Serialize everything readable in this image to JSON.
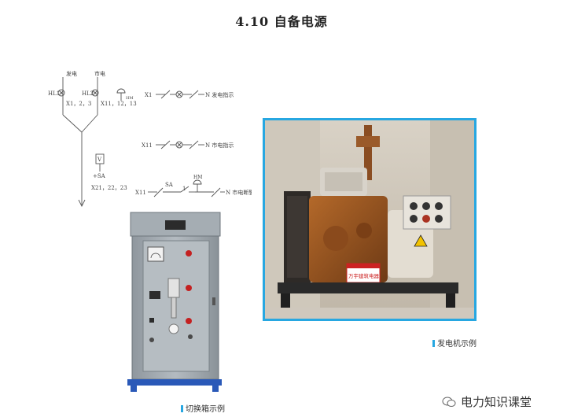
{
  "title": "4.10  自备电源",
  "schematic": {
    "label_gen_power": "发电",
    "label_city_power": "市电",
    "hl1": "HL1",
    "hl2": "HL2",
    "hl1_terms": "X1，2，3",
    "hl2_terms": "X11，12，13",
    "buzzer_tag": "HM",
    "voltmeter": "V",
    "switch_tag": "+SA",
    "x21_terms": "X21，22，23",
    "row1_left": "X1",
    "row1_right": "N 发电指示",
    "row2_left": "X11",
    "row2_right": "N 市电指示",
    "row3_left": "X11",
    "row3_sa": "SA",
    "row3_num": "1",
    "row3_hm": "HM",
    "row3_right": "N 市电断警"
  },
  "captions": {
    "generator": "发电机示例",
    "cabinet": "切换箱示例"
  },
  "generator_photo": {
    "plate_text": "万宇建筑电器"
  },
  "watermark": {
    "text": "电力知识课堂"
  },
  "colors": {
    "frame": "#27a7e1",
    "cabinet": "#9ea6ad"
  }
}
